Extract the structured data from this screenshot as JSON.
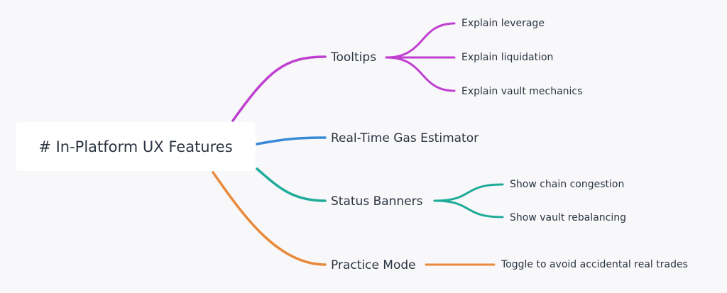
{
  "root": {
    "label": "# In-Platform UX Features"
  },
  "branches": [
    {
      "label": "Tooltips",
      "color": "#c03fd0",
      "children": [
        "Explain leverage",
        "Explain liquidation",
        "Explain vault mechanics"
      ]
    },
    {
      "label": "Real-Time Gas Estimator",
      "color": "#3a8ad8",
      "children": []
    },
    {
      "label": "Status Banners",
      "color": "#1fab9a",
      "children": [
        "Show chain congestion",
        "Show vault rebalancing"
      ]
    },
    {
      "label": "Practice Mode",
      "color": "#e8893b",
      "children": [
        "Toggle to avoid accidental real trades"
      ]
    }
  ]
}
